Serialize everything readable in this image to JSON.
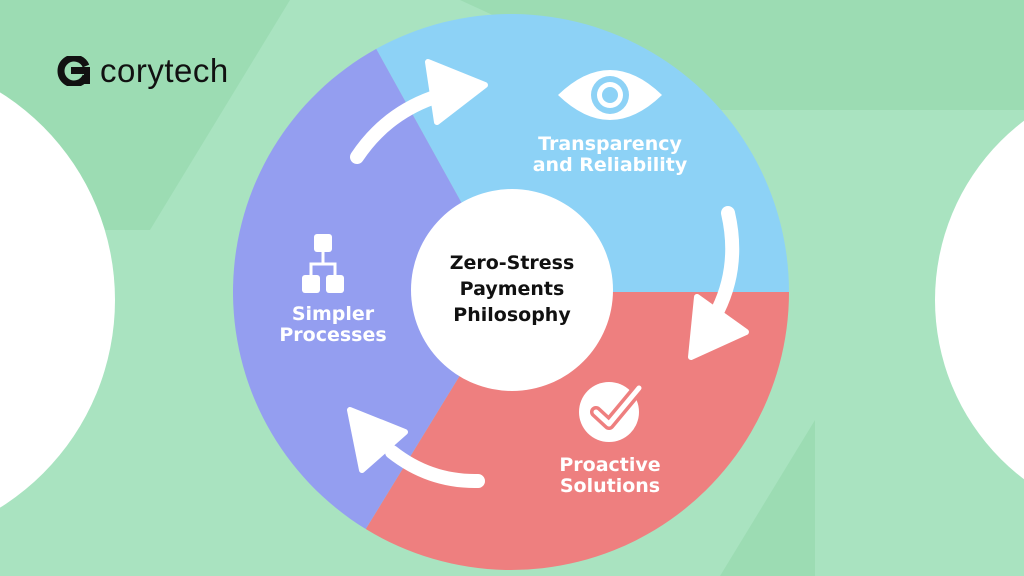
{
  "brand": {
    "name": "corytech"
  },
  "center": {
    "line1": "Zero-Stress",
    "line2": "Payments",
    "line3": "Philosophy"
  },
  "segments": [
    {
      "line1": "Transparency",
      "line2": "and Reliability",
      "icon": "eye-icon",
      "color": "#8dd2f6"
    },
    {
      "line1": "Proactive",
      "line2": "Solutions",
      "icon": "check-circle-icon",
      "color": "#ee7f7f"
    },
    {
      "line1": "Simpler",
      "line2": "Processes",
      "icon": "hierarchy-icon",
      "color": "#949ef0"
    }
  ],
  "colors": {
    "background": "#a9e3c0",
    "accent_bg": "#9cdcb3"
  }
}
